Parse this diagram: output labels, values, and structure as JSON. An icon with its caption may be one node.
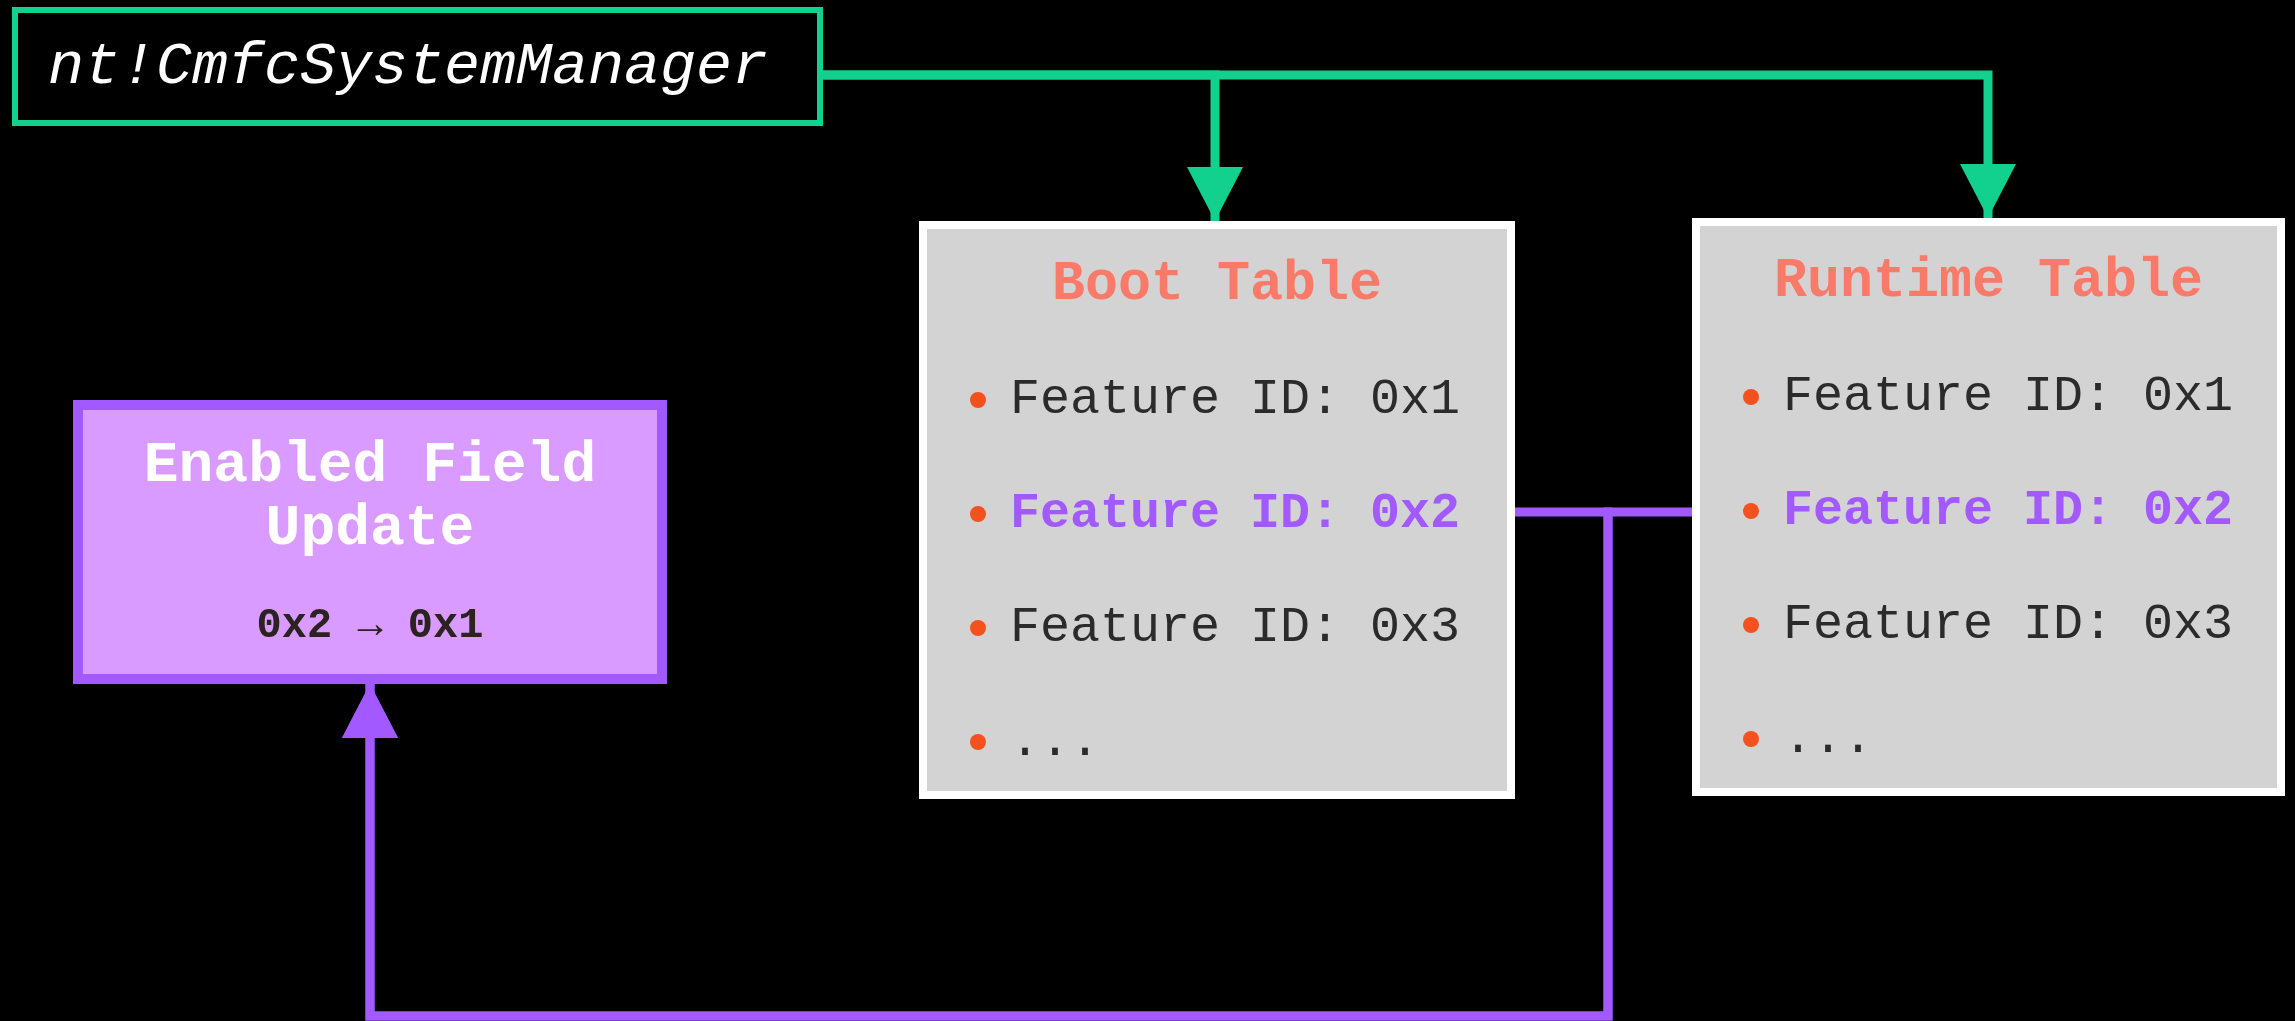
{
  "diagram": {
    "nodes": [
      {
        "text": [
          "nt!CmfcSystemManager"
        ]
      },
      {
        "text": [
          "Boot Table",
          "Feature ID: 0x1",
          "Feature ID: 0x2",
          "Feature ID: 0x3",
          "..."
        ]
      },
      {
        "text": [
          "Runtime Table",
          "Feature ID: 0x1",
          "Feature ID: 0x2",
          "Feature ID: 0x3",
          "..."
        ]
      },
      {
        "text": [
          "Enabled Field Update",
          "0x2 → 0x1"
        ]
      }
    ],
    "edges": [
      {
        "from": 0,
        "to": 1,
        "arrow": "to",
        "color": "#12d18e"
      },
      {
        "from": 0,
        "to": 2,
        "arrow": "to",
        "color": "#12d18e"
      },
      {
        "from": 1,
        "to": 3,
        "arrow": "to",
        "color": "#a259ff"
      },
      {
        "from": 2,
        "to": 3,
        "arrow": "to",
        "color": "#a259ff"
      }
    ]
  }
}
